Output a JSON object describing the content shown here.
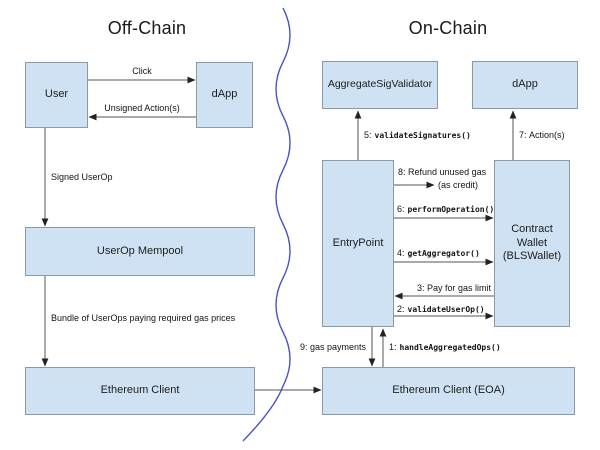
{
  "titles": {
    "offchain": "Off-Chain",
    "onchain": "On-Chain"
  },
  "nodes": {
    "user": "User",
    "dapp_off": "dApp",
    "mempool": "UserOp Mempool",
    "eth_client": "Ethereum Client",
    "validator": "AggregateSigValidator",
    "dapp_on": "dApp",
    "entrypoint": "EntryPoint",
    "wallet_l1": "Contract",
    "wallet_l2": "Wallet",
    "wallet_l3": "(BLSWallet)",
    "eoa": "Ethereum Client (EOA)"
  },
  "flows": {
    "click": "Click",
    "unsigned": "Unsigned Action(s)",
    "signed": "Signed UserOp",
    "bundle": "Bundle of UserOps paying required gas prices",
    "s1_prefix": "1:",
    "s1_code": "handleAggregatedOps()",
    "s2_prefix": "2:",
    "s2_code": "validateUserOp()",
    "s3_prefix": "3:",
    "s3_text": "Pay for gas limit",
    "s4_prefix": "4:",
    "s4_code": "getAggregator()",
    "s5_prefix": "5:",
    "s5_code": "validateSignatures()",
    "s6_prefix": "6:",
    "s6_code": "performOperation()",
    "s7_prefix": "7:",
    "s7_text": "Action(s)",
    "s8_prefix": "8:",
    "s8_text": "Refund unused gas",
    "s8_note": "(as credit)",
    "s9_prefix": "9:",
    "s9_text": "gas payments"
  },
  "colors": {
    "node_fill": "#cfe2f3",
    "node_border": "#8a99a8",
    "arrow": "#555555",
    "divider": "#4a55c4"
  }
}
